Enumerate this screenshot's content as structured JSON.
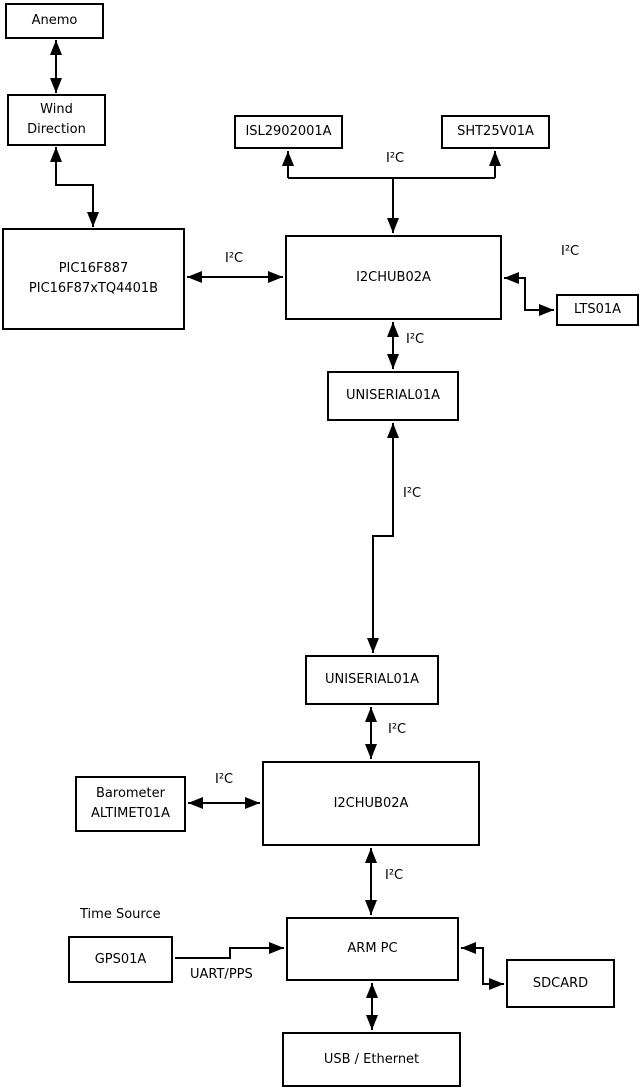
{
  "nodes": {
    "anemo": "Anemo",
    "wind_direction_line1": "Wind",
    "wind_direction_line2": "Direction",
    "pic_line1": "PIC16F887",
    "pic_line2": "PIC16F87xTQ4401B",
    "isl": "ISL2902001A",
    "sht": "SHT25V01A",
    "i2c_hub_top": "I2CHUB02A",
    "lts": "LTS01A",
    "uniserial_top": "UNISERIAL01A",
    "uniserial_bottom": "UNISERIAL01A",
    "i2c_hub_bottom": "I2CHUB02A",
    "barometer_line1": "Barometer",
    "barometer_line2": "ALTIMET01A",
    "gps": "GPS01A",
    "arm_pc": "ARM PC",
    "sdcard": "SDCARD",
    "usb_ethernet": "USB / Ethernet"
  },
  "labels": {
    "i2c": "I²C",
    "time_source": "Time Source",
    "uart_pps": "UART/PPS"
  },
  "colors": {
    "background": "#ffffff",
    "box_fill": "#ffffff",
    "box_border": "#000000",
    "line": "#000000",
    "text": "#000000"
  }
}
